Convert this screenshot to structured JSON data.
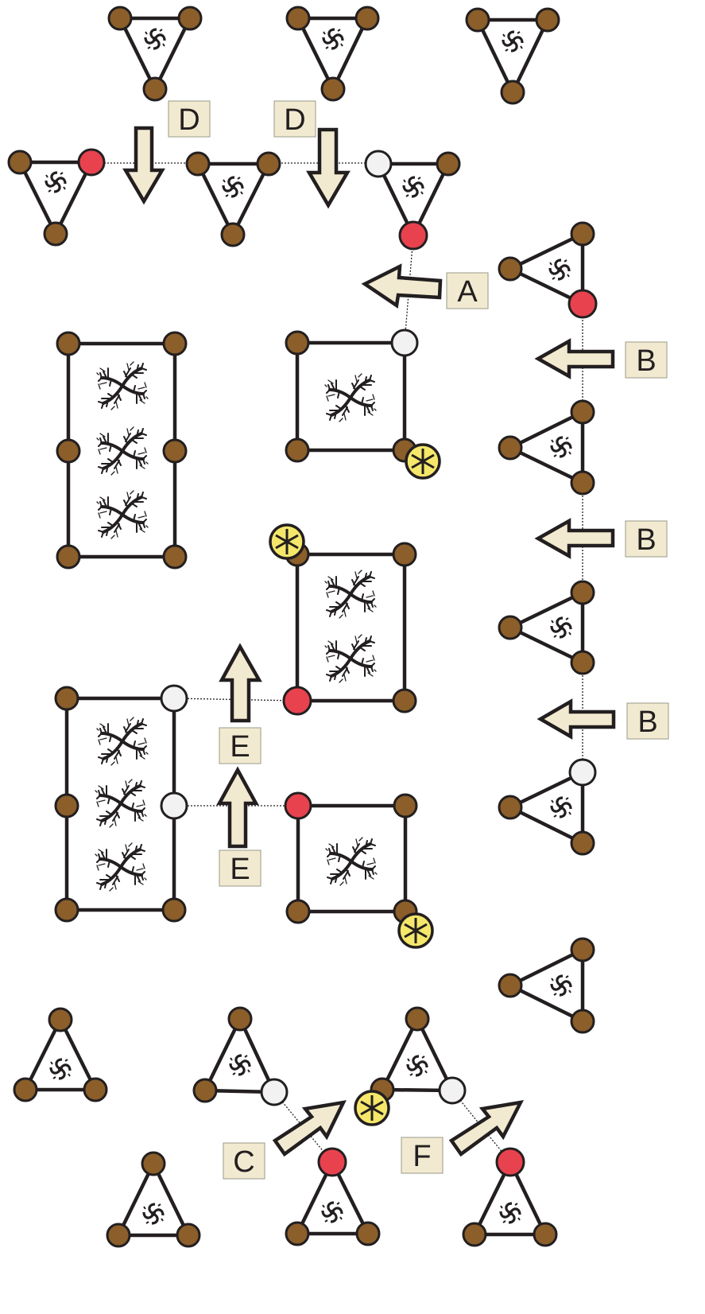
{
  "colors": {
    "node": "#8b5e2a",
    "red_node": "#e8424f",
    "white_node": "#f2f2f2",
    "yellow_node": "#f5e76a",
    "arrow_fill": "#f2ead0",
    "stroke": "#231f20"
  },
  "labels": {
    "a": "A",
    "b": "B",
    "c": "C",
    "d": "D",
    "e": "E",
    "f": "F"
  },
  "icons": [
    "tree-glyph-icon",
    "swirl-glyph-icon",
    "asterisk-node-icon"
  ]
}
